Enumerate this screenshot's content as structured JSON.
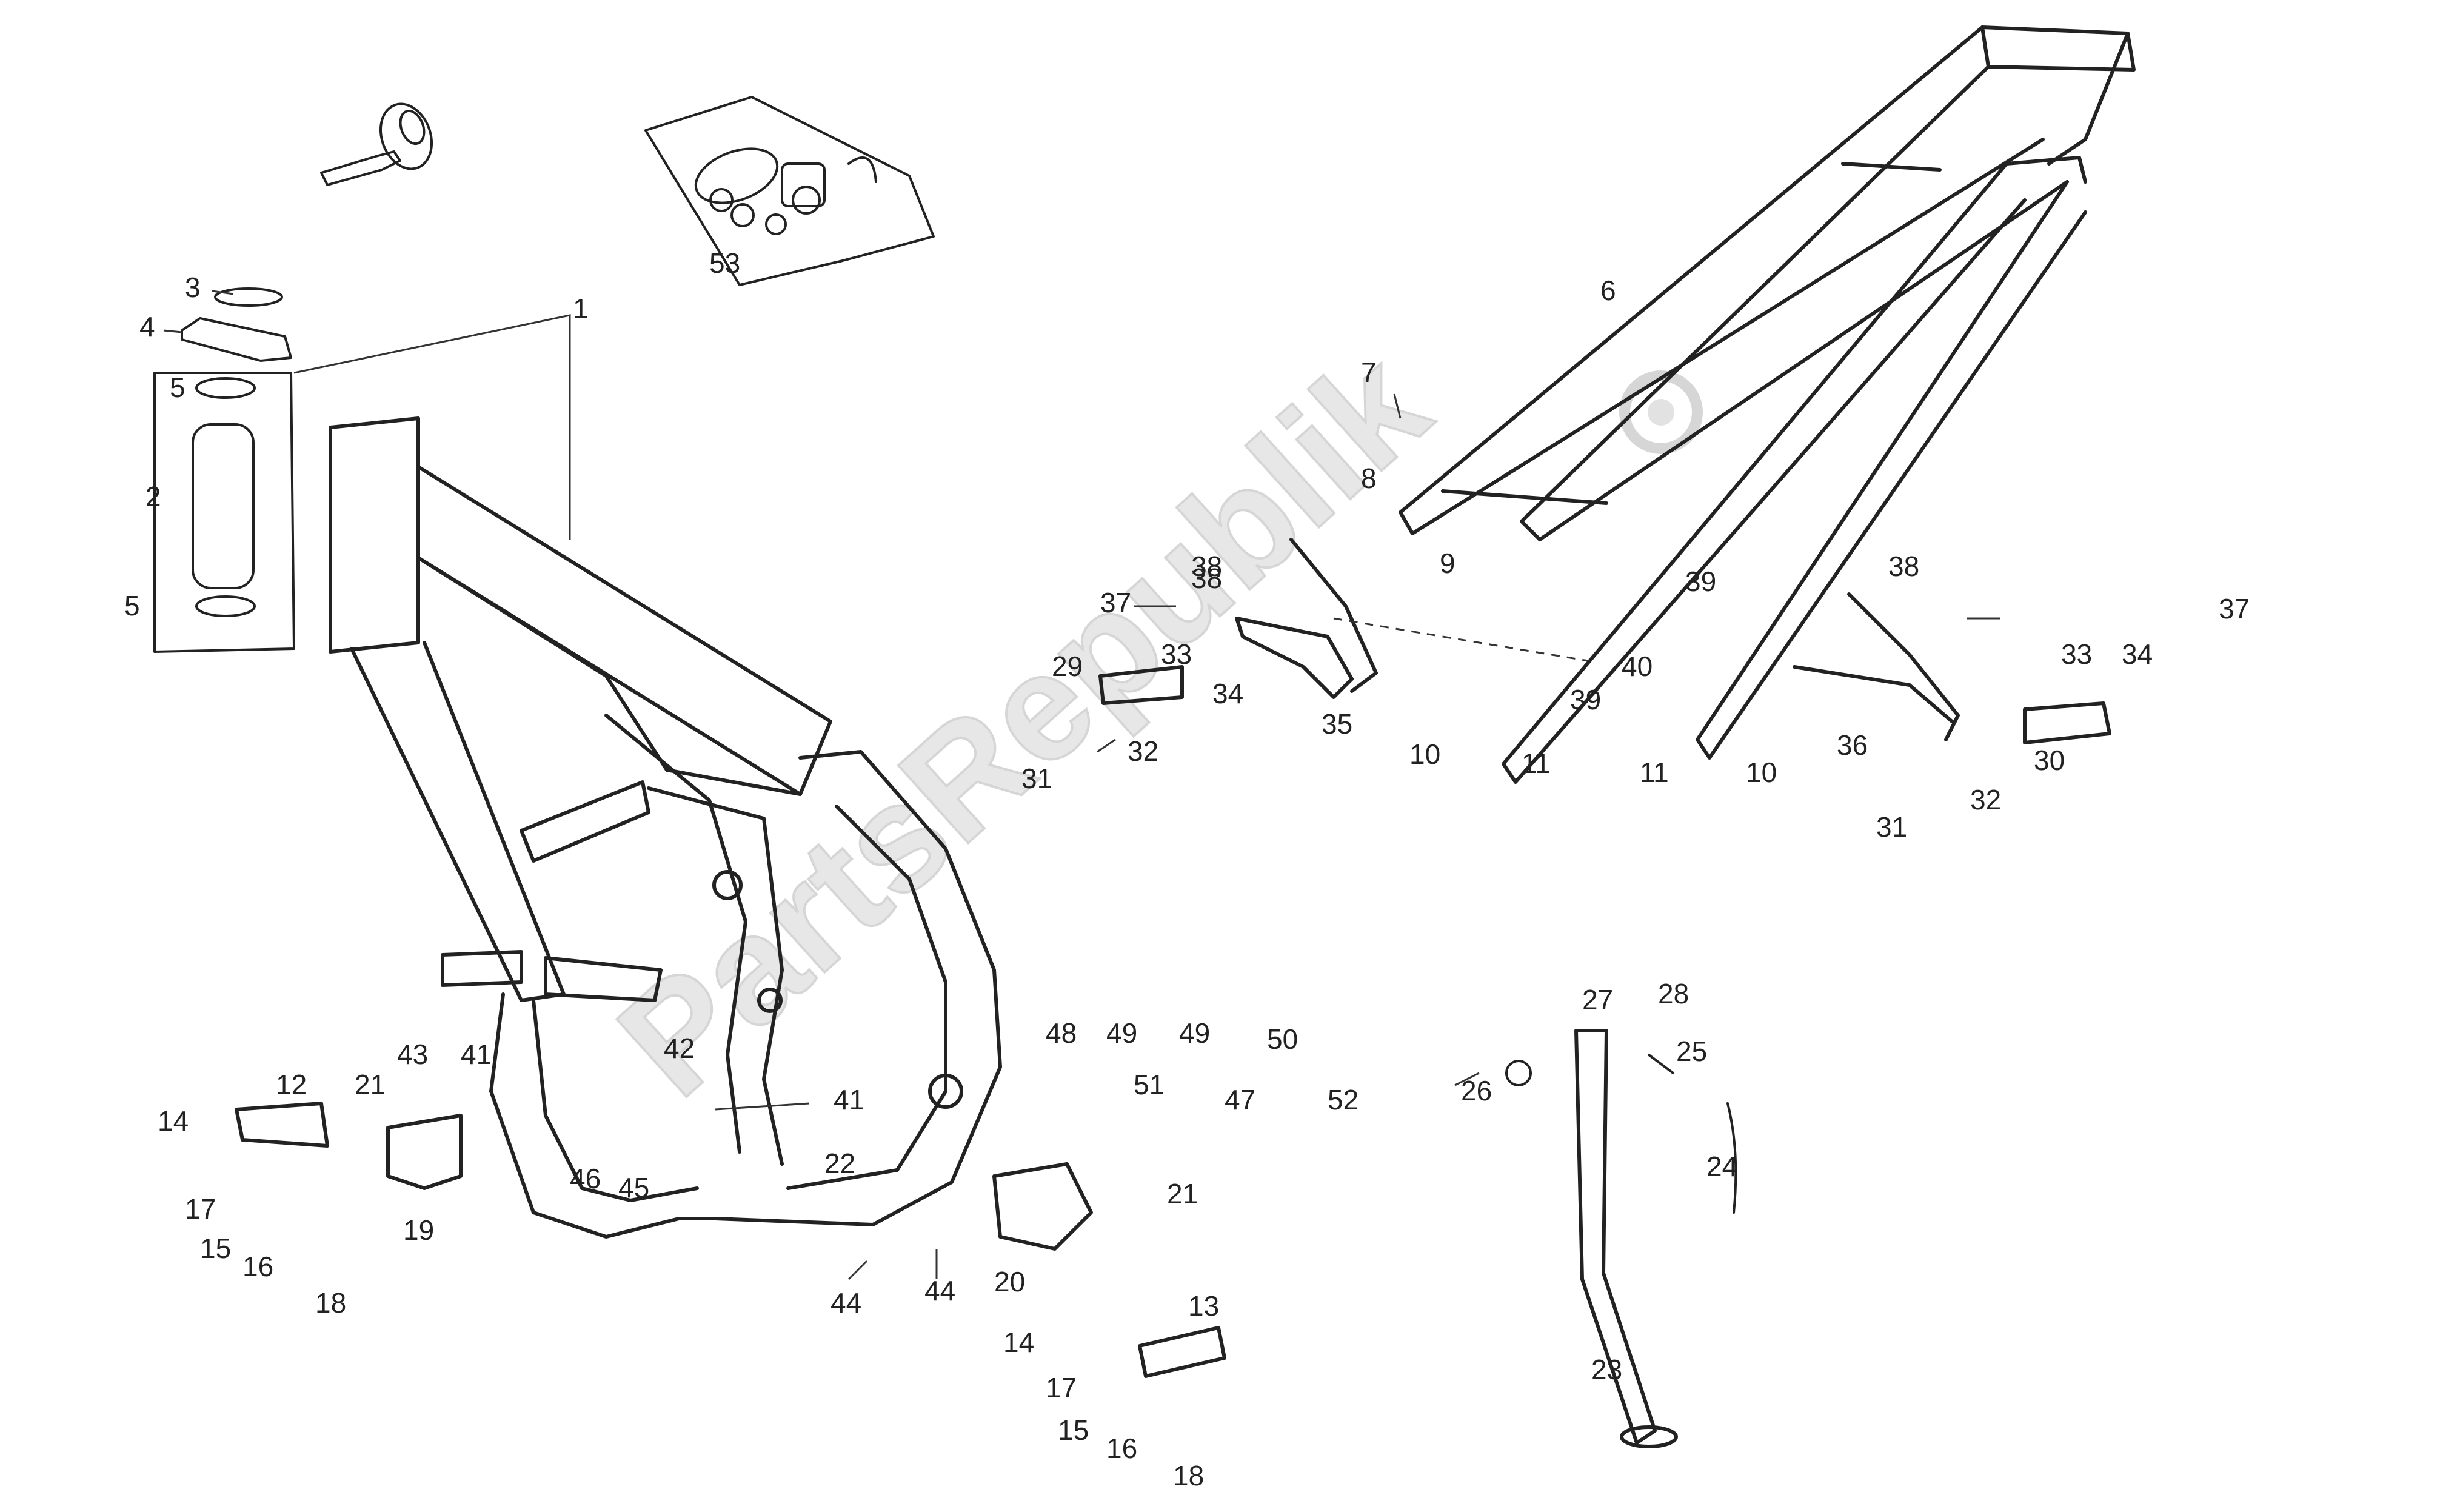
{
  "watermark": "PartsRepublik",
  "callouts": [
    "1",
    "2",
    "3",
    "4",
    "5",
    "5",
    "6",
    "7",
    "8",
    "9",
    "10",
    "10",
    "11",
    "11",
    "12",
    "13",
    "14",
    "14",
    "15",
    "15",
    "16",
    "16",
    "17",
    "17",
    "18",
    "18",
    "19",
    "20",
    "21",
    "21",
    "22",
    "23",
    "24",
    "25",
    "26",
    "27",
    "28",
    "29",
    "30",
    "31",
    "31",
    "32",
    "32",
    "33",
    "33",
    "34",
    "34",
    "35",
    "36",
    "37",
    "37",
    "38",
    "38",
    "38",
    "39",
    "39",
    "40",
    "41",
    "41",
    "42",
    "43",
    "44",
    "44",
    "45",
    "46",
    "47",
    "48",
    "49",
    "49",
    "50",
    "51",
    "52",
    "53"
  ]
}
